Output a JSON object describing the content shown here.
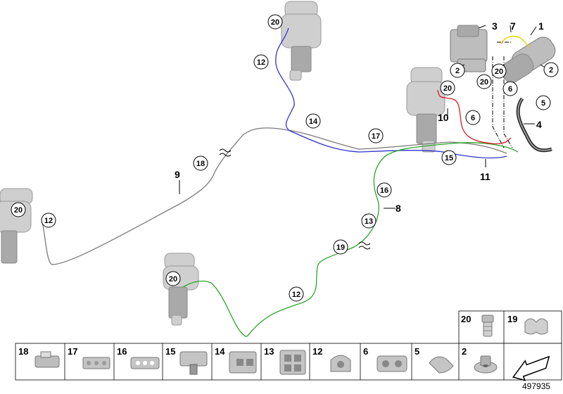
{
  "document_id": "497935",
  "labels": {
    "l1": "1",
    "l3": "3",
    "l4": "4",
    "l7": "7",
    "l8": "8",
    "l9": "9",
    "l10": "10",
    "l11": "11"
  },
  "circled": {
    "c20_top": "20",
    "c12_top": "12",
    "c14": "14",
    "c17": "17",
    "c18": "18",
    "c15": "15",
    "c16": "16",
    "c13": "13",
    "c19": "19",
    "c12_mid": "12",
    "c20_left": "20",
    "c12_left": "12",
    "c20_rear": "20",
    "c2_a": "2",
    "c20_b": "20",
    "c20_c": "20",
    "c6_a": "6",
    "c2_b": "2",
    "c5": "5",
    "c20_d": "20",
    "c6_b": "6"
  },
  "legend": {
    "top": [
      {
        "number": "20",
        "icon": "connector-fitting-icon"
      },
      {
        "number": "19",
        "icon": "double-clip-icon"
      }
    ],
    "bottom": [
      {
        "number": "18",
        "icon": "holder-18-icon"
      },
      {
        "number": "17",
        "icon": "holder-17-icon"
      },
      {
        "number": "16",
        "icon": "holder-16-icon"
      },
      {
        "number": "15",
        "icon": "holder-15-icon"
      },
      {
        "number": "14",
        "icon": "holder-14-icon"
      },
      {
        "number": "13",
        "icon": "holder-13-icon"
      },
      {
        "number": "12",
        "icon": "holder-12-icon"
      },
      {
        "number": "6",
        "icon": "holder-6-icon"
      },
      {
        "number": "5",
        "icon": "clip-5-icon"
      },
      {
        "number": "2",
        "icon": "nut-2-icon"
      },
      {
        "number": "",
        "icon": "arrow-direction-icon"
      }
    ]
  },
  "colors": {
    "line_gray": "#7a7a7a",
    "line_blue": "#2f33c8",
    "line_green": "#2aa52a",
    "line_red": "#d42020",
    "line_yellow": "#e8d400"
  }
}
